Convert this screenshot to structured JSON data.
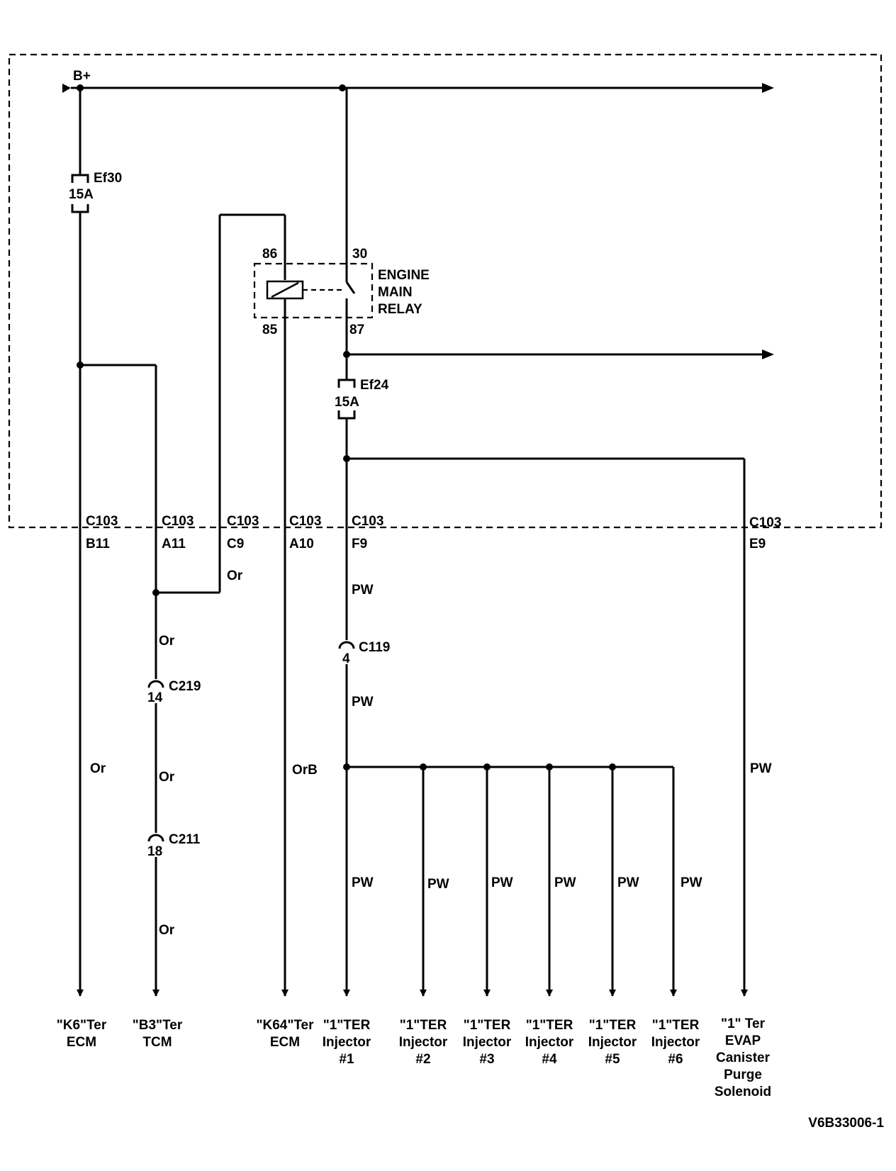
{
  "supply": {
    "label": "B+"
  },
  "fuses": {
    "ef30": {
      "name": "Ef30",
      "rating": "15A"
    },
    "ef24": {
      "name": "Ef24",
      "rating": "15A"
    }
  },
  "relay": {
    "name_lines": [
      "ENGINE",
      "MAIN",
      "RELAY"
    ],
    "pins": {
      "p86": "86",
      "p30": "30",
      "p85": "85",
      "p87": "87"
    }
  },
  "connectors": [
    {
      "name": "C103",
      "pin": "B11"
    },
    {
      "name": "C103",
      "pin": "A11"
    },
    {
      "name": "C103",
      "pin": "C9"
    },
    {
      "name": "C103",
      "pin": "A10"
    },
    {
      "name": "C103",
      "pin": "F9"
    },
    {
      "name": "C103",
      "pin": "E9"
    }
  ],
  "inline_connectors": {
    "c119": {
      "name": "C119",
      "pin": "4"
    },
    "c219": {
      "name": "C219",
      "pin": "14"
    },
    "c211": {
      "name": "C211",
      "pin": "18"
    }
  },
  "wire_colors": {
    "c9_branch": "Or",
    "tcm_1": "Or",
    "tcm_2": "Or",
    "tcm_3": "Or",
    "ecm_k6": "Or",
    "ecm_k64": "OrB",
    "f9_upper": "PW",
    "f9_lower": "PW",
    "evap": "PW",
    "inj1": "PW",
    "inj2": "PW",
    "inj3": "PW",
    "inj4": "PW",
    "inj5": "PW",
    "inj6": "PW"
  },
  "terminals": {
    "k6": [
      "\"K6\"Ter",
      "ECM"
    ],
    "b3": [
      "\"B3\"Ter",
      "TCM"
    ],
    "k64": [
      "\"K64\"Ter",
      "ECM"
    ],
    "inj1": [
      "\"1\"TER",
      "Injector",
      "#1"
    ],
    "inj2": [
      "\"1\"TER",
      "Injector",
      "#2"
    ],
    "inj3": [
      "\"1\"TER",
      "Injector",
      "#3"
    ],
    "inj4": [
      "\"1\"TER",
      "Injector",
      "#4"
    ],
    "inj5": [
      "\"1\"TER",
      "Injector",
      "#5"
    ],
    "inj6": [
      "\"1\"TER",
      "Injector",
      "#6"
    ],
    "evap": [
      "\"1\" Ter",
      "EVAP",
      "Canister",
      "Purge",
      "Solenoid"
    ]
  },
  "figure_id": "V6B33006-1"
}
